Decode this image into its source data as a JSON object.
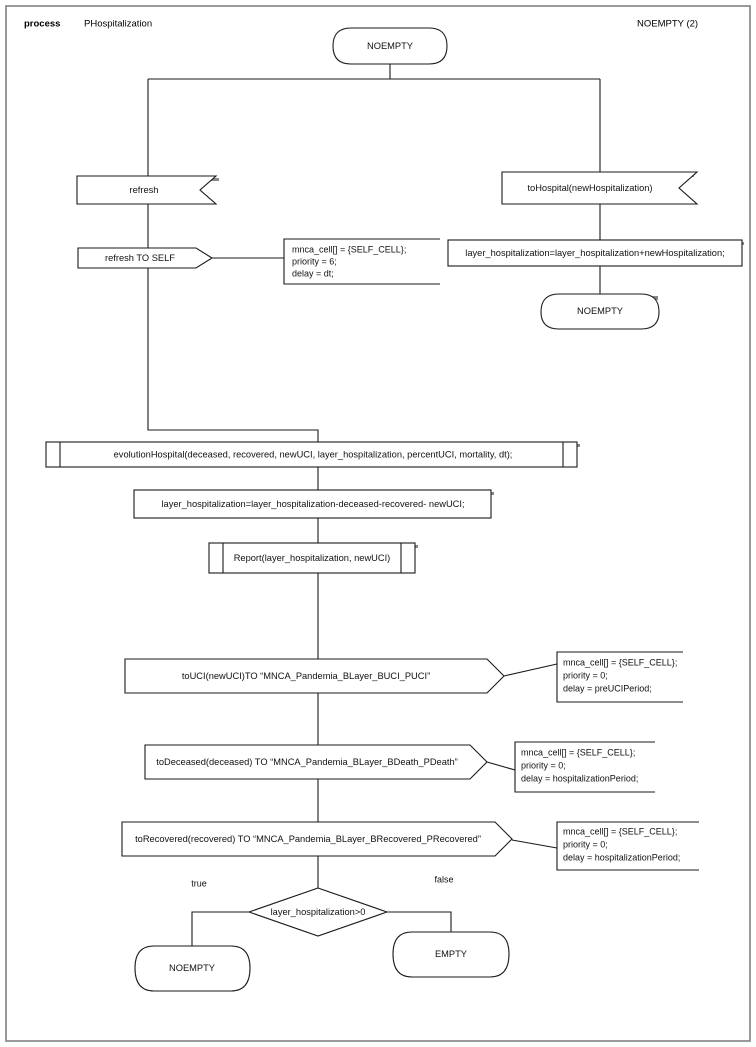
{
  "header": {
    "keyword": "process",
    "name": "PHospitalization",
    "right_label": "NOEMPTY (2)"
  },
  "nodes": {
    "start_terminator": "NOEMPTY",
    "refresh_input": "refresh",
    "refresh_to_self": "refresh TO SELF",
    "to_hospital_input": "toHospital(newHospitalization)",
    "add_hospitalization": "layer_hospitalization=layer_hospitalization+newHospitalization;",
    "right_terminator": "NOEMPTY",
    "evolution_hospital": "evolutionHospital(deceased, recovered, newUCI, layer_hospitalization, percentUCI, mortality, dt);",
    "subtract_hospitalization": "layer_hospitalization=layer_hospitalization-deceased-recovered- newUCI;",
    "report": "Report(layer_hospitalization, newUCI)",
    "to_uci": "toUCI(newUCI)TO “MNCA_Pandemia_BLayer_BUCI_PUCI”",
    "to_deceased": "toDeceased(deceased) TO “MNCA_Pandemia_BLayer_BDeath_PDeath”",
    "to_recovered": "toRecovered(recovered) TO “MNCA_Pandemia_BLayer_BRecovered_PRecovered”",
    "decision": "layer_hospitalization>0",
    "true_terminator": "NOEMPTY",
    "false_terminator": "EMPTY"
  },
  "edge_labels": {
    "true": "true",
    "false": "false"
  },
  "notes": {
    "refresh_note": {
      "line1": "mnca_cell[] = {SELF_CELL};",
      "line2": "priority = 6;",
      "line3": "delay = dt;"
    },
    "uci_note": {
      "line1": "mnca_cell[] = {SELF_CELL};",
      "line2": "priority = 0;",
      "line3": "delay = preUCIPeriod;"
    },
    "deceased_note": {
      "line1": "mnca_cell[] = {SELF_CELL};",
      "line2": "priority = 0;",
      "line3": "delay = hospitalizationPeriod;"
    },
    "recovered_note": {
      "line1": "mnca_cell[] = {SELF_CELL};",
      "line2": "priority = 0;",
      "line3": "delay = hospitalizationPeriod;"
    }
  },
  "colors": {
    "stroke": "#1a1a1a",
    "frame": "#808080",
    "shadow": "#888888",
    "background": "#ffffff"
  }
}
